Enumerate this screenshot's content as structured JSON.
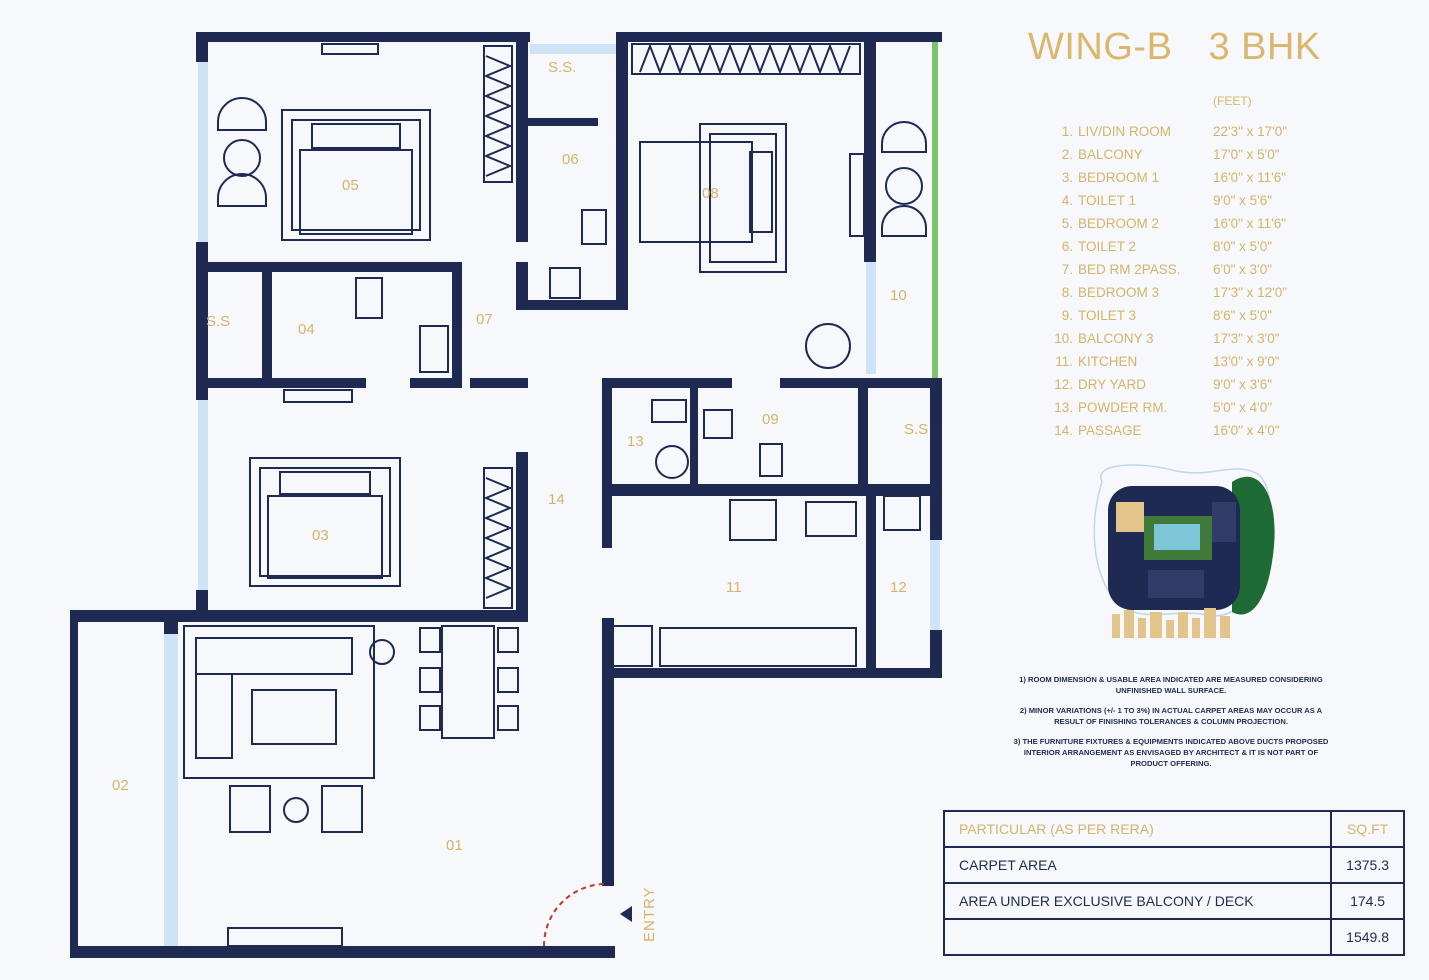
{
  "title": {
    "wing": "WING-B",
    "type": "3 BHK"
  },
  "unit_note": "(FEET)",
  "rooms": [
    {
      "num": "1.",
      "name": "LIV/DIN ROOM",
      "dim": "22'3\" x 17'0\""
    },
    {
      "num": "2.",
      "name": "BALCONY",
      "dim": "17'0\" x 5'0\""
    },
    {
      "num": "3.",
      "name": "BEDROOM 1",
      "dim": "16'0\" x 11'6\""
    },
    {
      "num": "4.",
      "name": "TOILET 1",
      "dim": "9'0\" x 5'6\""
    },
    {
      "num": "5.",
      "name": "BEDROOM 2",
      "dim": "16'0\" x 11'6\""
    },
    {
      "num": "6.",
      "name": "TOILET 2",
      "dim": "8'0\" x 5'0\""
    },
    {
      "num": "7.",
      "name": "BED RM 2PASS.",
      "dim": "6'0\" x 3'0\""
    },
    {
      "num": "8.",
      "name": "BEDROOM 3",
      "dim": "17'3\" x 12'0\""
    },
    {
      "num": "9.",
      "name": "TOILET 3",
      "dim": "8'6\" x 5'0\""
    },
    {
      "num": "10.",
      "name": "BALCONY 3",
      "dim": "17'3\" x 3'0\""
    },
    {
      "num": "11.",
      "name": "KITCHEN",
      "dim": "13'0\" x 9'0\""
    },
    {
      "num": "12.",
      "name": "DRY YARD",
      "dim": "9'0\" x 3'6\""
    },
    {
      "num": "13.",
      "name": "POWDER RM.",
      "dim": "5'0\" x 4'0\""
    },
    {
      "num": "14.",
      "name": "PASSAGE",
      "dim": "16'0\" x 4'0\""
    }
  ],
  "plan_labels": {
    "r01": "01",
    "r02": "02",
    "r03": "03",
    "r04": "04",
    "r05": "05",
    "r06": "06",
    "r07": "07",
    "r08": "08",
    "r09": "09",
    "r10": "10",
    "r11": "11",
    "r12": "12",
    "r13": "13",
    "r14": "14",
    "ss1": "S.S.",
    "ss2": "S.S",
    "ss3": "S.S",
    "entry": "ENTRY"
  },
  "notes": [
    "1) ROOM DIMENSION & USABLE AREA INDICATED ARE MEASURED CONSIDERING UNFINISHED WALL SURFACE.",
    "2) MINOR VARIATIONS (+/- 1 TO 3%) IN ACTUAL CARPET AREAS MAY OCCUR AS A RESULT OF FINISHING TOLERANCES & COLUMN PROJECTION.",
    "3) THE FURNITURE FIXTURES & EQUIPMENTS INDICATED ABOVE DUCTS PROPOSED INTERIOR ARRANGEMENT AS ENVISAGED BY ARCHITECT & IT IS NOT PART OF PRODUCT OFFERING."
  ],
  "area_table": {
    "header": {
      "label": "PARTICULAR (AS PER RERA)",
      "unit": "SQ.FT"
    },
    "rows": [
      {
        "label": "CARPET AREA",
        "value": "1375.3"
      },
      {
        "label": "AREA UNDER EXCLUSIVE BALCONY / DECK",
        "value": "174.5"
      },
      {
        "label": "",
        "value": "1549.8"
      }
    ]
  },
  "colors": {
    "wall": "#1e2a52",
    "accent": "#d4b46a",
    "glass": "#cfe3f6",
    "green": "#7cc36a",
    "landscape": "#1f6b36"
  }
}
